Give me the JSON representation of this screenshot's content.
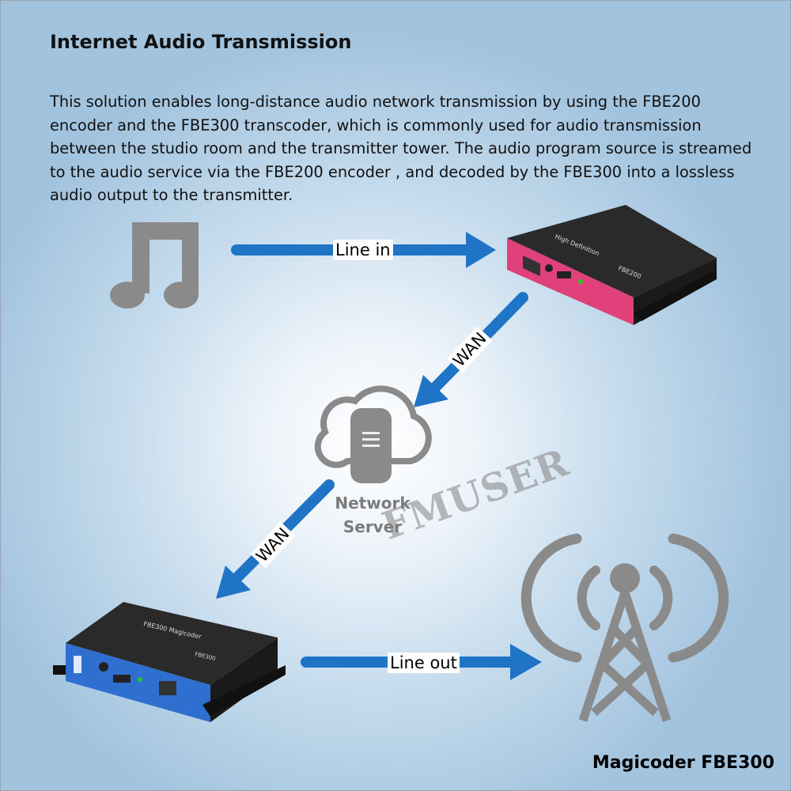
{
  "title": "Internet Audio Transmission",
  "description": "This solution enables long-distance audio network transmission by using the FBE200 encoder and the FBE300 transcoder, which is commonly used for audio transmission between the studio room and the transmitter tower. The audio program source is streamed to the audio service via the FBE200 encoder , and decoded by the FBE300 into a lossless audio output to the transmitter.",
  "labels": {
    "line_in": "Line in",
    "wan_top": "WAN",
    "wan_bottom": "WAN",
    "line_out": "Line out",
    "network_server_line1": "Network",
    "network_server_line2": "Server"
  },
  "watermark": "FMUSER",
  "caption": "Magicoder FBE300",
  "devices": {
    "encoder_model": "FBE200",
    "decoder_model": "FBE300",
    "encoder_color": "#e0417a",
    "decoder_color": "#2f6fd0"
  },
  "colors": {
    "arrow": "#1f74c6",
    "icon_gray": "#8a8a8a"
  },
  "icons": [
    "music-note-icon",
    "cloud-server-icon",
    "radio-tower-icon"
  ]
}
